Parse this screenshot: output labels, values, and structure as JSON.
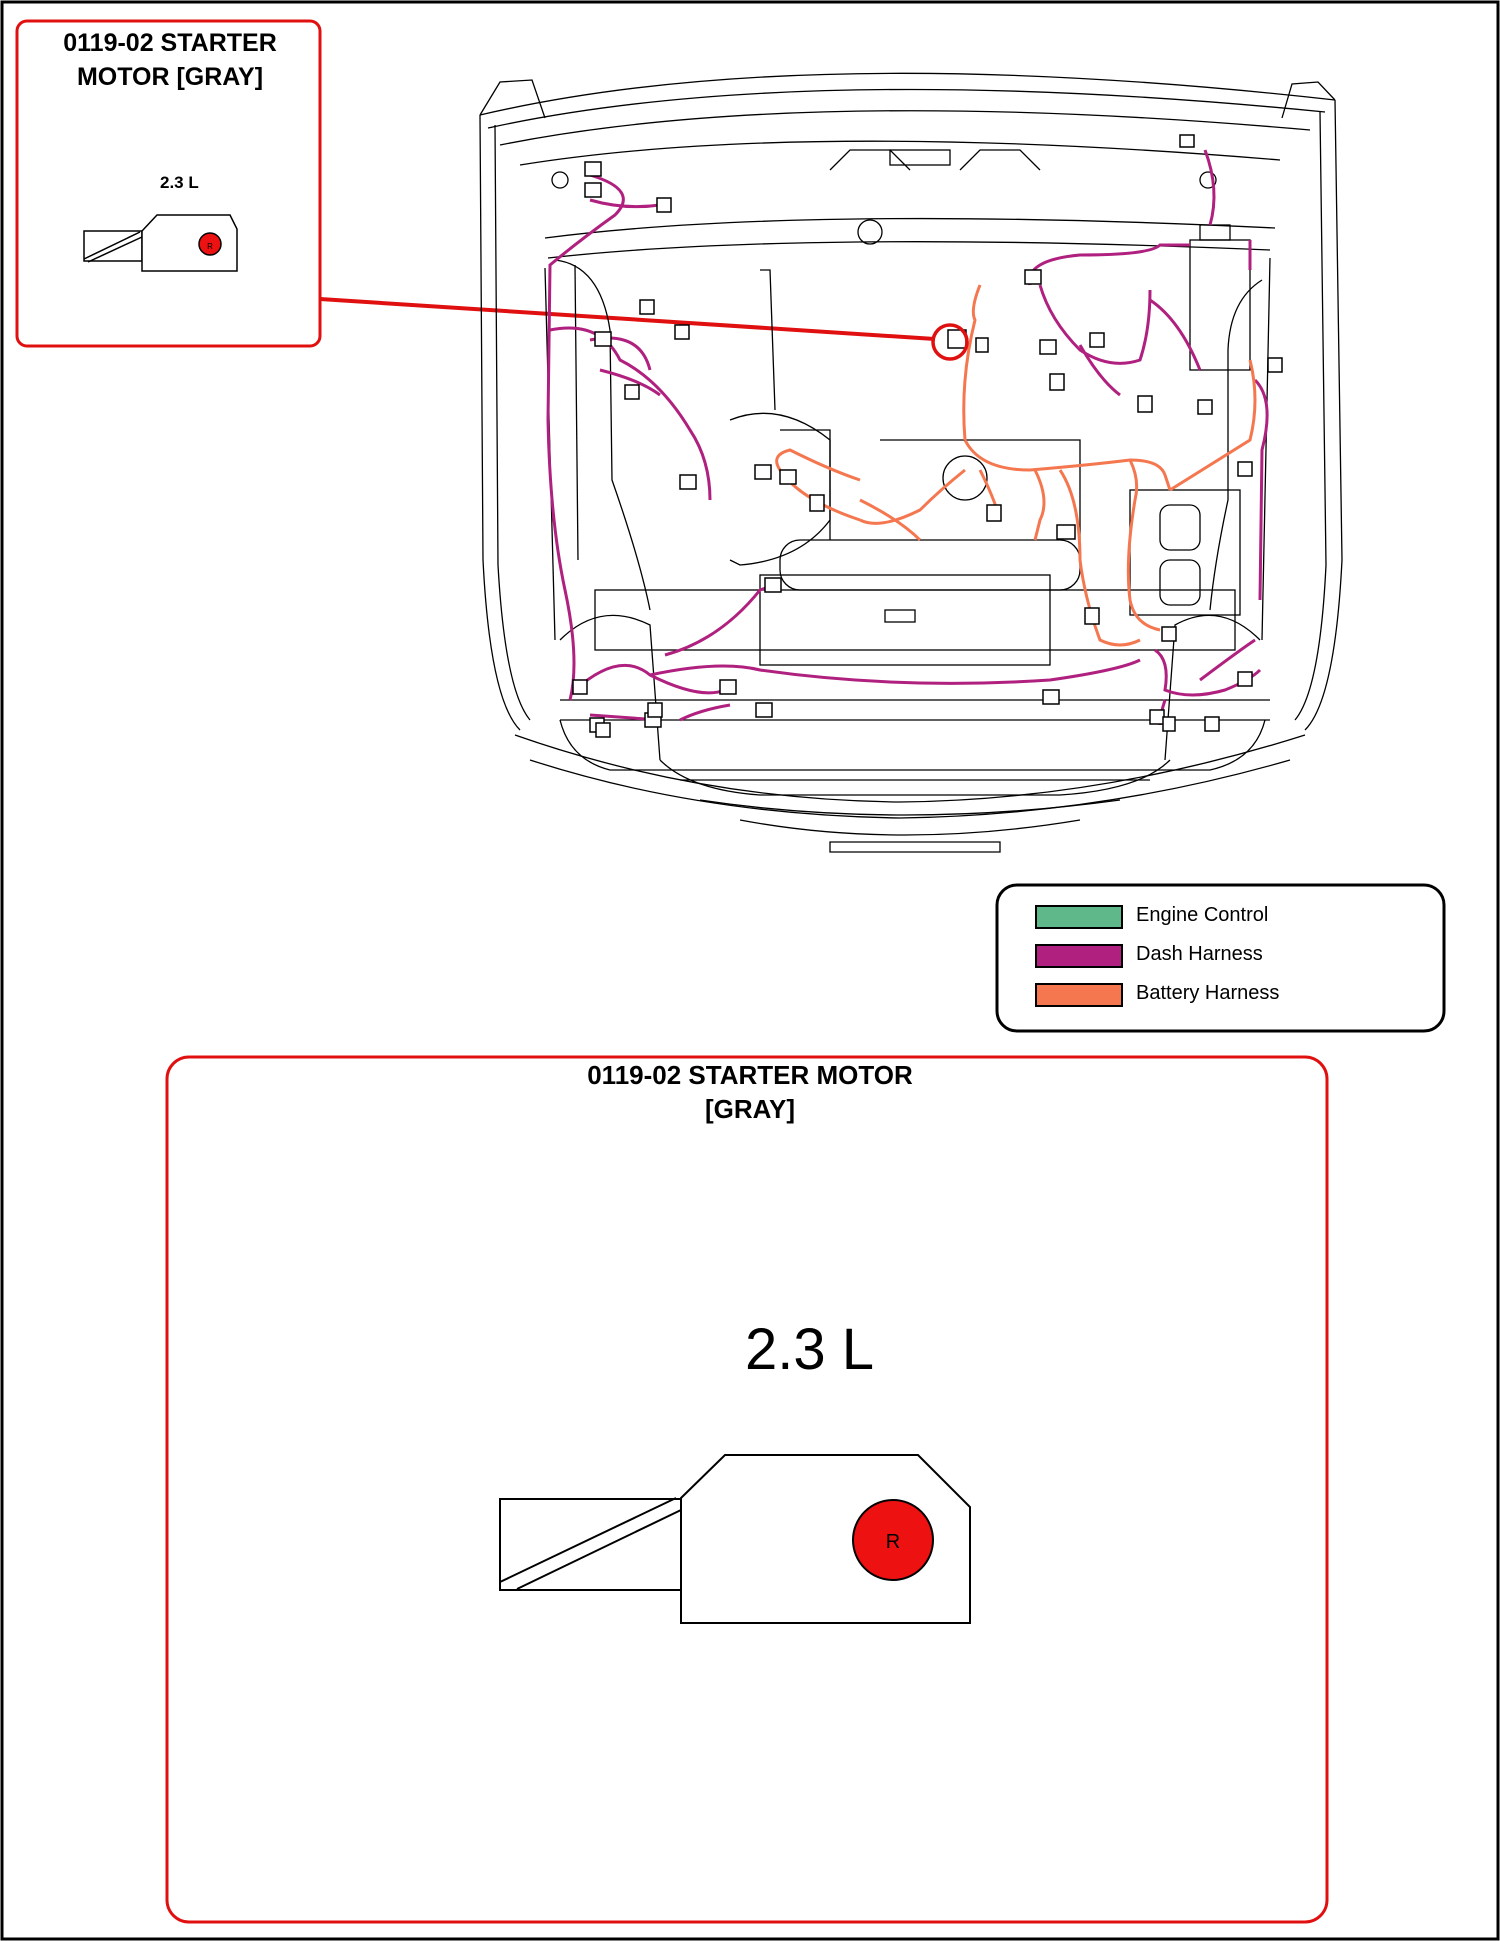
{
  "inset": {
    "title": "0119-02 STARTER\nMOTOR [GRAY]",
    "engine": "2.3 L",
    "pin_label": "R"
  },
  "legend": {
    "items": [
      {
        "label": "Engine Control",
        "color": "#5fb88a"
      },
      {
        "label": "Dash Harness",
        "color": "#b0207f"
      },
      {
        "label": "Battery Harness",
        "color": "#f4774f"
      }
    ]
  },
  "detail": {
    "title": "0119-02 STARTER MOTOR\n[GRAY]",
    "engine": "2.3 L",
    "pin_label": "R"
  },
  "colors": {
    "frame": "#e01010",
    "pin": "#ee1111",
    "dash_harness": "#b0207f",
    "battery_harness": "#f4774f"
  }
}
